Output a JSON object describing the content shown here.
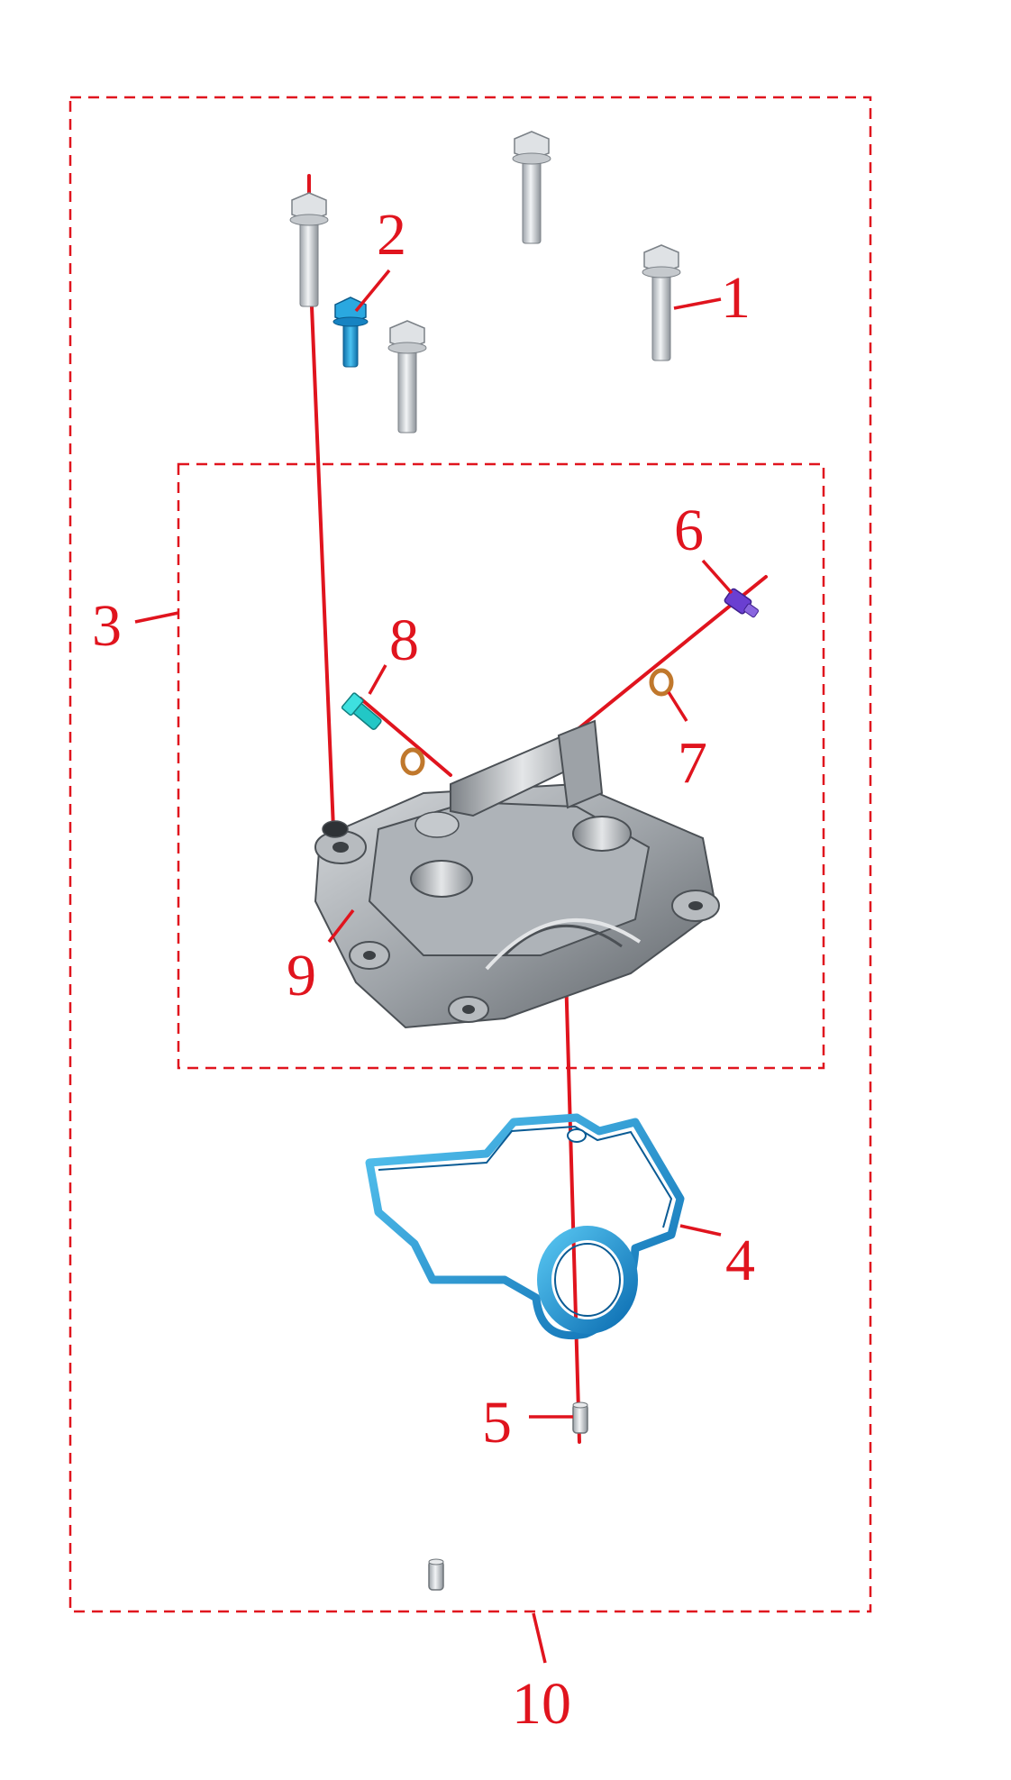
{
  "diagram": {
    "callouts": [
      {
        "id": "1",
        "label": "1"
      },
      {
        "id": "2",
        "label": "2"
      },
      {
        "id": "3",
        "label": "3"
      },
      {
        "id": "4",
        "label": "4"
      },
      {
        "id": "5",
        "label": "5"
      },
      {
        "id": "6",
        "label": "6"
      },
      {
        "id": "7",
        "label": "7"
      },
      {
        "id": "8",
        "label": "8"
      },
      {
        "id": "9",
        "label": "9"
      },
      {
        "id": "10",
        "label": "10"
      }
    ],
    "colors": {
      "leader": "#e0141e",
      "bolt": "#d9dde1",
      "blue_bolt": "#1e9ad6",
      "cyan_bolt": "#22c7c6",
      "purple_bolt": "#6a3fd1",
      "washer": "#c0782c",
      "gasket": "#1d8fd9",
      "housing": "#a9aeb4"
    }
  }
}
